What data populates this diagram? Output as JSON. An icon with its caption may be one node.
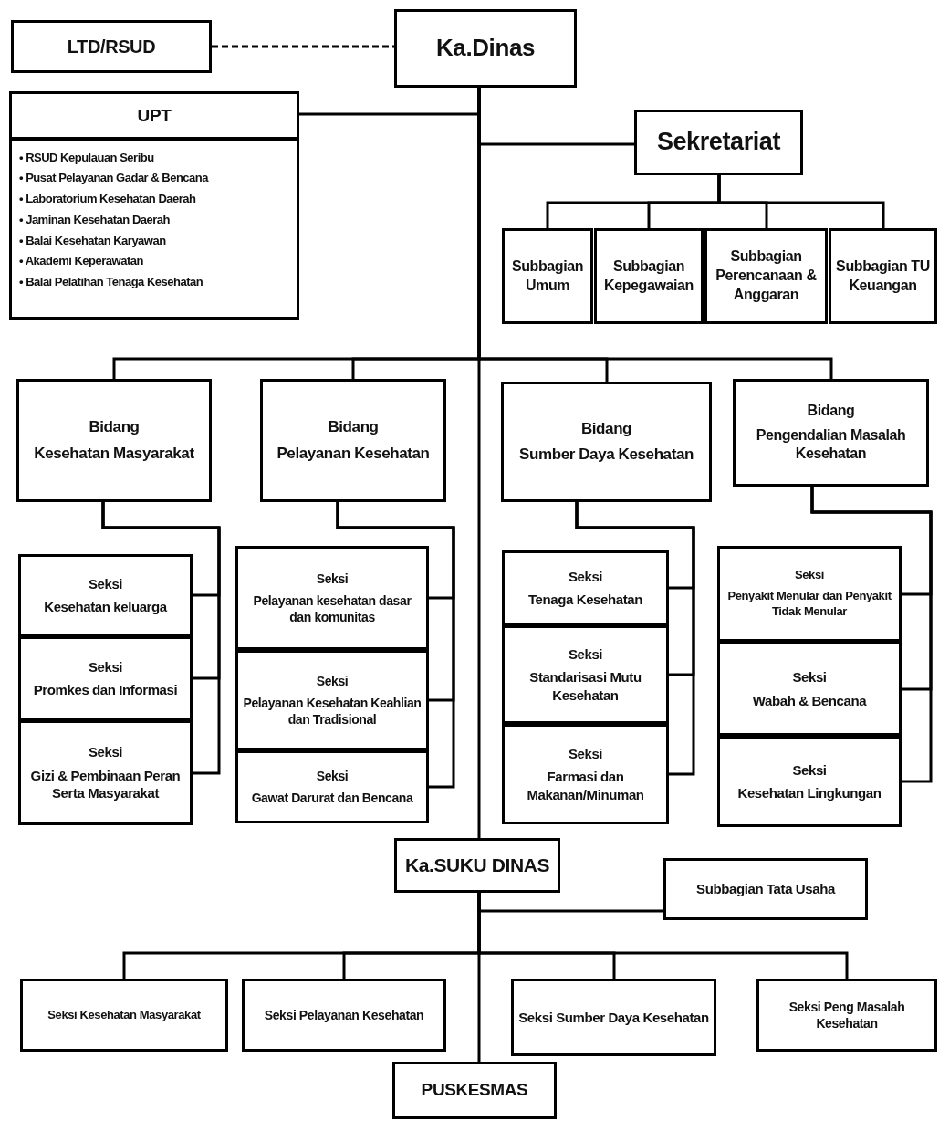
{
  "diagram": {
    "nodes": [
      {
        "text": [
          "LTD/RSUD"
        ]
      },
      {
        "text": [
          "Ka.Dinas"
        ]
      },
      {
        "text": [
          "UPT",
          "• RSUD Kepulauan Seribu",
          "• Pusat Pelayanan Gadar & Bencana",
          "• Laboratorium Kesehatan Daerah",
          "• Jaminan Kesehatan Daerah",
          "• Balai Kesehatan Karyawan",
          "• Akademi Keperawatan",
          "• Balai Pelatihan Tenaga Kesehatan"
        ]
      },
      {
        "text": [
          "Sekretariat"
        ]
      },
      {
        "text": [
          "Subbagian Umum"
        ]
      },
      {
        "text": [
          "Subbagian Kepegawaian"
        ]
      },
      {
        "text": [
          "Subbagian Perencanaan & Anggaran"
        ]
      },
      {
        "text": [
          "Subbagian TU Keuangan"
        ]
      },
      {
        "text": [
          "Bidang",
          "Kesehatan Masyarakat"
        ]
      },
      {
        "text": [
          "Bidang",
          "Pelayanan Kesehatan"
        ]
      },
      {
        "text": [
          "Bidang",
          "Sumber Daya Kesehatan"
        ]
      },
      {
        "text": [
          "Bidang",
          "Pengendalian Masalah Kesehatan"
        ]
      },
      {
        "text": [
          "Seksi",
          "Kesehatan keluarga"
        ]
      },
      {
        "text": [
          "Seksi",
          "Promkes dan Informasi"
        ]
      },
      {
        "text": [
          "Seksi",
          "Gizi & Pembinaan Peran Serta Masyarakat"
        ]
      },
      {
        "text": [
          "Seksi",
          "Pelayanan kesehatan dasar dan komunitas"
        ]
      },
      {
        "text": [
          "Seksi",
          "Pelayanan Kesehatan Keahlian dan Tradisional"
        ]
      },
      {
        "text": [
          "Seksi",
          "Gawat Darurat dan Bencana"
        ]
      },
      {
        "text": [
          "Seksi",
          "Tenaga Kesehatan"
        ]
      },
      {
        "text": [
          "Seksi",
          "Standarisasi Mutu Kesehatan"
        ]
      },
      {
        "text": [
          "Seksi",
          "Farmasi dan Makanan/Minuman"
        ]
      },
      {
        "text": [
          "Seksi",
          "Penyakit Menular dan Penyakit Tidak Menular"
        ]
      },
      {
        "text": [
          "Seksi",
          "Wabah & Bencana"
        ]
      },
      {
        "text": [
          "Seksi",
          "Kesehatan Lingkungan"
        ]
      },
      {
        "text": [
          "Ka.SUKU DINAS"
        ]
      },
      {
        "text": [
          "Subbagian Tata Usaha"
        ]
      },
      {
        "text": [
          "Seksi Kesehatan Masyarakat"
        ]
      },
      {
        "text": [
          "Seksi Pelayanan Kesehatan"
        ]
      },
      {
        "text": [
          "Seksi Sumber Daya Kesehatan"
        ]
      },
      {
        "text": [
          "Seksi Peng Masalah Kesehatan"
        ]
      },
      {
        "text": [
          "PUSKESMAS"
        ]
      }
    ],
    "edges": [
      {
        "from": 0,
        "to": 1,
        "arrow": "none",
        "style": "dashed"
      },
      {
        "from": 1,
        "to": 2,
        "arrow": "none"
      },
      {
        "from": 1,
        "to": 3,
        "arrow": "none"
      },
      {
        "from": 3,
        "to": 4,
        "arrow": "none"
      },
      {
        "from": 3,
        "to": 5,
        "arrow": "none"
      },
      {
        "from": 3,
        "to": 6,
        "arrow": "none"
      },
      {
        "from": 3,
        "to": 7,
        "arrow": "none"
      },
      {
        "from": 1,
        "to": 8,
        "arrow": "none"
      },
      {
        "from": 1,
        "to": 9,
        "arrow": "none"
      },
      {
        "from": 1,
        "to": 10,
        "arrow": "none"
      },
      {
        "from": 1,
        "to": 11,
        "arrow": "none"
      },
      {
        "from": 8,
        "to": 12,
        "arrow": "none"
      },
      {
        "from": 8,
        "to": 13,
        "arrow": "none"
      },
      {
        "from": 8,
        "to": 14,
        "arrow": "none"
      },
      {
        "from": 9,
        "to": 15,
        "arrow": "none"
      },
      {
        "from": 9,
        "to": 16,
        "arrow": "none"
      },
      {
        "from": 9,
        "to": 17,
        "arrow": "none"
      },
      {
        "from": 10,
        "to": 18,
        "arrow": "none"
      },
      {
        "from": 10,
        "to": 19,
        "arrow": "none"
      },
      {
        "from": 10,
        "to": 20,
        "arrow": "none"
      },
      {
        "from": 11,
        "to": 21,
        "arrow": "none"
      },
      {
        "from": 11,
        "to": 22,
        "arrow": "none"
      },
      {
        "from": 11,
        "to": 23,
        "arrow": "none"
      },
      {
        "from": 1,
        "to": 24,
        "arrow": "none"
      },
      {
        "from": 24,
        "to": 25,
        "arrow": "none"
      },
      {
        "from": 24,
        "to": 26,
        "arrow": "none"
      },
      {
        "from": 24,
        "to": 27,
        "arrow": "none"
      },
      {
        "from": 24,
        "to": 28,
        "arrow": "none"
      },
      {
        "from": 24,
        "to": 29,
        "arrow": "none"
      },
      {
        "from": 24,
        "to": 30,
        "arrow": "none"
      }
    ]
  }
}
